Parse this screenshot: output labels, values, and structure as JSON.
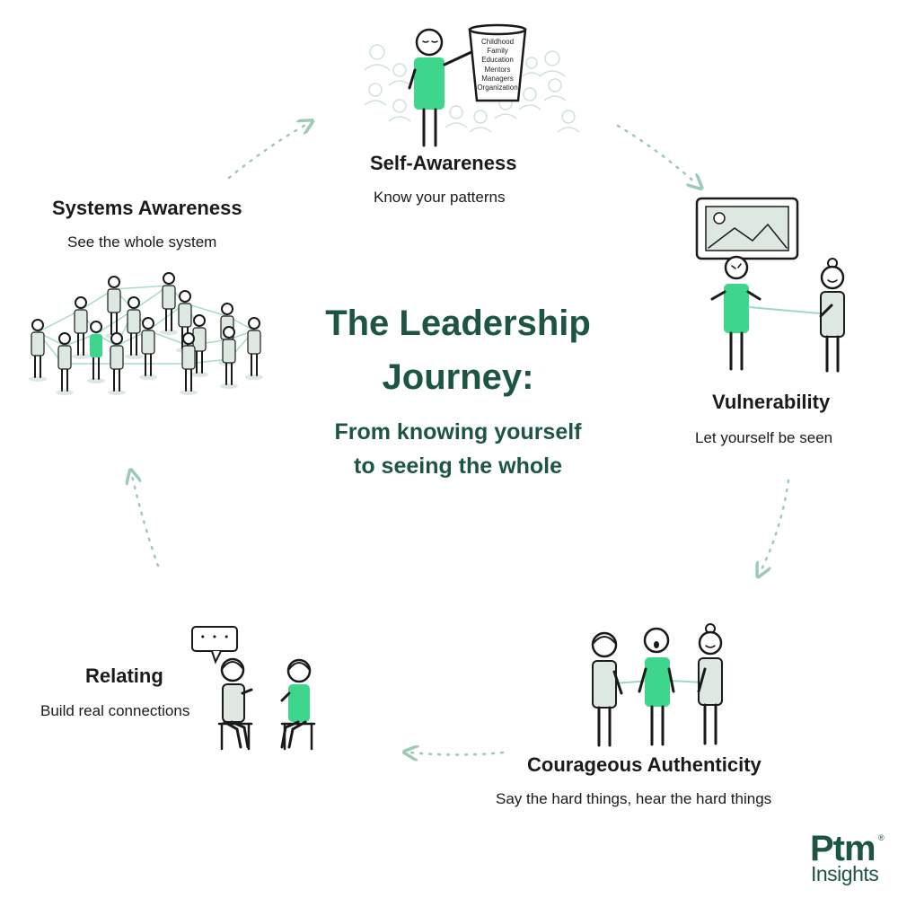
{
  "center": {
    "title_line1": "The Leadership",
    "title_line2": "Journey:",
    "subtitle_line1": "From knowing yourself",
    "subtitle_line2": "to seeing the whole"
  },
  "stages": {
    "self_awareness": {
      "title": "Self-Awareness",
      "subtitle": "Know your patterns"
    },
    "vulnerability": {
      "title": "Vulnerability",
      "subtitle": "Let yourself be seen"
    },
    "courageous": {
      "title": "Courageous Authenticity",
      "subtitle": "Say the hard things, hear the hard things"
    },
    "relating": {
      "title": "Relating",
      "subtitle": "Build real connections"
    },
    "systems": {
      "title": "Systems Awareness",
      "subtitle": "See the whole system"
    }
  },
  "cup_labels": [
    "Childhood",
    "Family",
    "Education",
    "Mentors",
    "Managers",
    "Organization"
  ],
  "speech_bubble": "• • •",
  "logo": {
    "main": "Ptm",
    "sub": "Insights",
    "reg": "®"
  },
  "colors": {
    "brand_dark": "#1d5544",
    "figure_green": "#3dd68c",
    "figure_pale": "#dce8e0",
    "arrow": "#9ec9b6"
  }
}
